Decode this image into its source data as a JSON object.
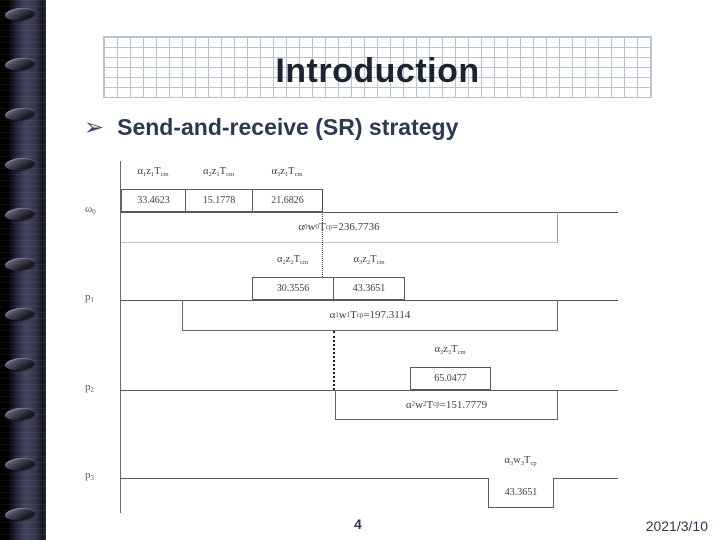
{
  "slide": {
    "title": "Introduction",
    "bullet": {
      "marker": "➢",
      "text": "Send-and-receive (SR) strategy"
    },
    "page_number": "4",
    "date": "2021/3/10"
  },
  "colors": {
    "title_text": "#1a2433",
    "heading_text": "#2c3950",
    "grid_line": "#b9c2d6",
    "spine_dark": "#15151f",
    "diagram_ink": "#3f3f3f"
  },
  "icons": {
    "bullet": "arrow-bullet-icon",
    "rings": "binder-ring"
  },
  "diagram": {
    "rows": [
      {
        "axis_label": "ω{0}",
        "comm": [
          {
            "label": "α{1}z{1}T{cm}",
            "value": "33.4623"
          },
          {
            "label": "α{2}z{1}T{cm}",
            "value": "15.1778"
          },
          {
            "label": "α{3}z{1}T{cm}",
            "value": "21.6826"
          }
        ],
        "comp": "α{0}w{0}T{cp} =236.7736"
      },
      {
        "axis_label": "p{1}",
        "comm": [
          {
            "label": "α{2}z{2}T{cm}",
            "value": "30.3556"
          },
          {
            "label": "α{3}z{2}T{cm}",
            "value": "43.3651"
          }
        ],
        "comp": "α{1}w{1}T{cp} =197.3114"
      },
      {
        "axis_label": "p{2}",
        "comm": [
          {
            "label": "α{3}z{3}T{cm}",
            "value": "65.0477"
          }
        ],
        "comp": "α{2}w{2}T{cp} =151.7779"
      },
      {
        "axis_label": "p{3}",
        "comp_label": "α{3}w{3}T{cp}",
        "comp_value": "43.3651"
      }
    ]
  }
}
